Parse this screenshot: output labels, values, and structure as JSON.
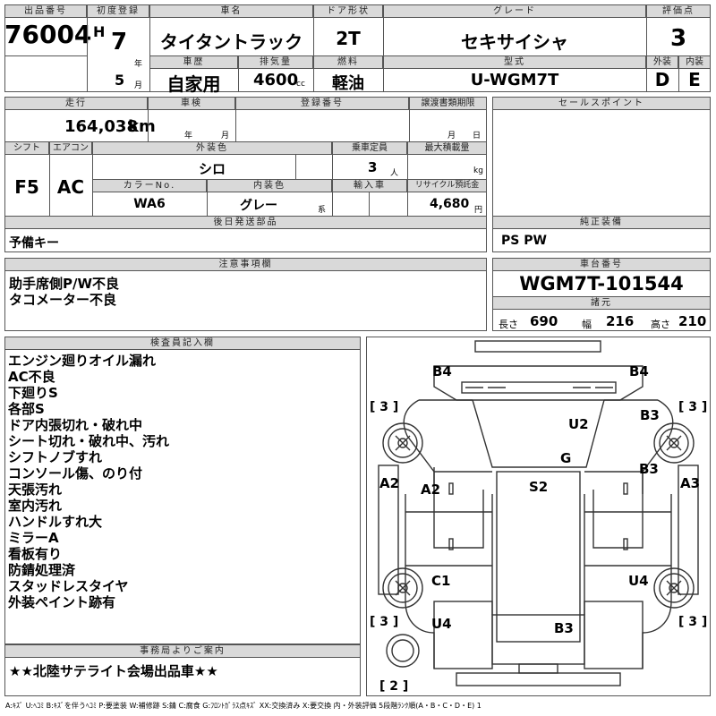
{
  "labels": {
    "lot_no": "出品番号",
    "first_reg": "初度登録",
    "car_name": "車名",
    "door": "ドア形状",
    "grade": "グレード",
    "score": "評価点",
    "history": "車歴",
    "displacement": "排気量",
    "fuel": "燃料",
    "model": "型式",
    "exterior": "外装",
    "interior": "内装",
    "mileage": "走行",
    "inspection": "車検",
    "reg_no": "登録番号",
    "transfer_deadline": "譲渡書類期限",
    "sales_point": "セールスポイント",
    "shift": "シフト",
    "aircon": "エアコン",
    "ext_color": "外装色",
    "capacity": "乗車定員",
    "max_load": "最大積載量",
    "color_no": "カラーNo.",
    "int_color": "内装色",
    "import": "輸入車",
    "recycle": "リサイクル預託金",
    "later_parts": "後日発送部品",
    "genuine_equip": "純正装備",
    "notes": "注意事項欄",
    "chassis": "車台番号",
    "specs": "諸元",
    "length": "長さ",
    "width": "幅",
    "height": "高さ",
    "inspector": "検査員記入欄",
    "office": "事務局よりご案内",
    "era": "H",
    "year_unit": "年",
    "month_unit": "月",
    "cc_unit": "cc",
    "km_unit": "km",
    "person_unit": "人",
    "kg_unit": "kg",
    "yen_unit": "円",
    "series_unit": "系"
  },
  "vehicle": {
    "lot_no": "76004",
    "year": "7",
    "month": "5",
    "car_name": "タイタントラック",
    "door": "2T",
    "grade": "セキサイシャ",
    "score": "3",
    "history": "自家用",
    "displacement": "4600",
    "fuel": "軽油",
    "model": "U-WGM7T",
    "exterior_grade": "D",
    "interior_grade": "E",
    "mileage": "164,038",
    "inspection_year": "年",
    "inspection_month": "月",
    "transfer_month": "月",
    "transfer_day": "日",
    "shift": "F5",
    "aircon": "AC",
    "ext_color": "シロ",
    "capacity": "3",
    "color_no": "WA6",
    "int_color": "グレー",
    "recycle": "4,680",
    "later_parts": "予備キー",
    "genuine_equip": "PS PW",
    "chassis_no": "WGM7T-101544",
    "length": "690",
    "width": "216",
    "height": "210"
  },
  "notes": [
    "助手席側P/W不良",
    "タコメーター不良"
  ],
  "inspector_notes": [
    "エンジン廻りオイル漏れ",
    "AC不良",
    "下廻りS",
    "各部S",
    "ドア内張切れ・破れ中",
    "シート切れ・破れ中、汚れ",
    "シフトノブすれ",
    "コンソール傷、のり付",
    "天張汚れ",
    "室内汚れ",
    "ハンドルすれ大",
    "ミラーA",
    "看板有り",
    "防錆処理済",
    "スタッドレスタイヤ",
    "外装ペイント跡有"
  ],
  "office_message": "★★北陸サテライト会場出品車★★",
  "legend": "A:ｷｽﾞ U:ﾍｺﾐ B:ｷｽﾞを伴うﾍｺﾐ P:要塗装 W:補修跡 S:錆 C:腐食 G:ﾌﾛﾝﾄｶﾞﾗｽ点ｷｽﾞ XX:交換済み X:要交換 内・外装評価 5段階ﾗﾝｸ順(A・B・C・D・E) 1",
  "damage": {
    "b4_left": "B4",
    "b4_right": "B4",
    "tire_fl": "[ 3 ]",
    "tire_fr": "[ 3 ]",
    "tire_rl": "[ 3 ]",
    "tire_rr": "[ 3 ]",
    "spare": "[ 2 ]",
    "u2": "U2",
    "b3_r1": "B3",
    "g": "G",
    "b3_r2": "B3",
    "a2_outer": "A2",
    "a2_inner": "A2",
    "s2": "S2",
    "a3": "A3",
    "c1": "C1",
    "u4_right": "U4",
    "u4_left": "U4",
    "b3_rear": "B3"
  }
}
